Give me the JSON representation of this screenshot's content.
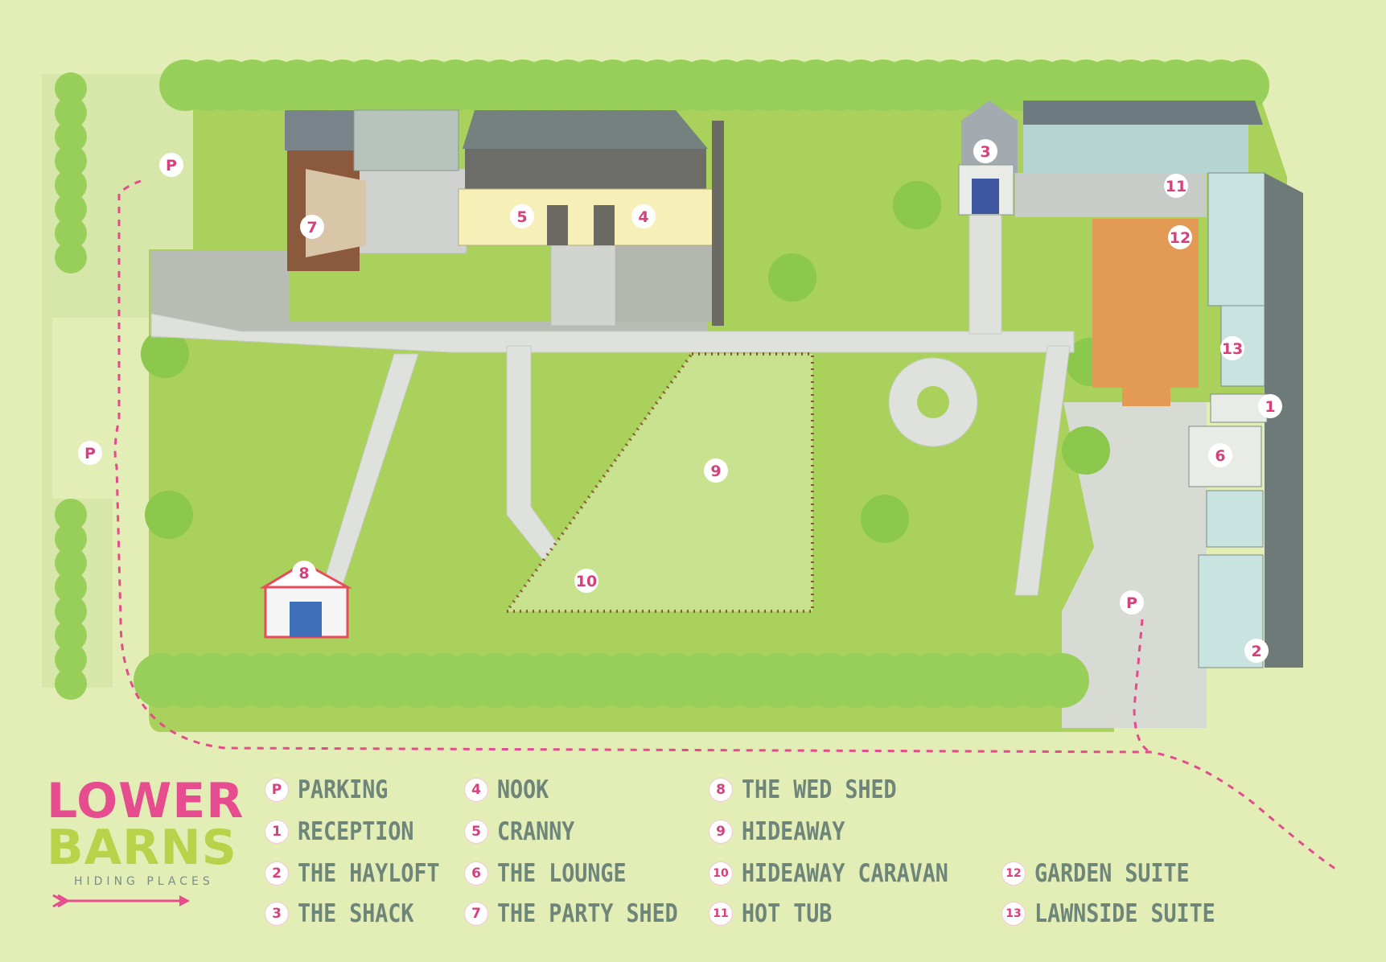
{
  "brand": {
    "line1": "LOWER",
    "line2": "BARNS",
    "tagline": "HIDING PLACES"
  },
  "colors": {
    "background": "#e3edb6",
    "lawn": "#a9d15b",
    "accent": "#d6417c",
    "legend_text": "#6e8579",
    "path": "#d5dbcf",
    "deck": "#e39a55"
  },
  "markers": [
    "P",
    "P",
    "P",
    "1",
    "2",
    "3",
    "4",
    "5",
    "6",
    "7",
    "8",
    "9",
    "10",
    "11",
    "12",
    "13"
  ],
  "legend": [
    {
      "key": "P",
      "label": "PARKING"
    },
    {
      "key": "1",
      "label": "RECEPTION"
    },
    {
      "key": "2",
      "label": "THE HAYLOFT"
    },
    {
      "key": "3",
      "label": "THE SHACK"
    },
    {
      "key": "4",
      "label": "NOOK"
    },
    {
      "key": "5",
      "label": "CRANNY"
    },
    {
      "key": "6",
      "label": "THE LOUNGE"
    },
    {
      "key": "7",
      "label": "THE PARTY SHED"
    },
    {
      "key": "8",
      "label": "THE WED SHED"
    },
    {
      "key": "9",
      "label": "HIDEAWAY"
    },
    {
      "key": "10",
      "label": "HIDEAWAY CARAVAN"
    },
    {
      "key": "11",
      "label": "HOT TUB"
    },
    {
      "key": "12",
      "label": "GARDEN SUITE"
    },
    {
      "key": "13",
      "label": "LAWNSIDE SUITE"
    }
  ],
  "icons": [
    "tree-icon",
    "bunting-icon",
    "arrow-icon",
    "bbq-icon",
    "pergola-icon",
    "windmill-icon"
  ]
}
